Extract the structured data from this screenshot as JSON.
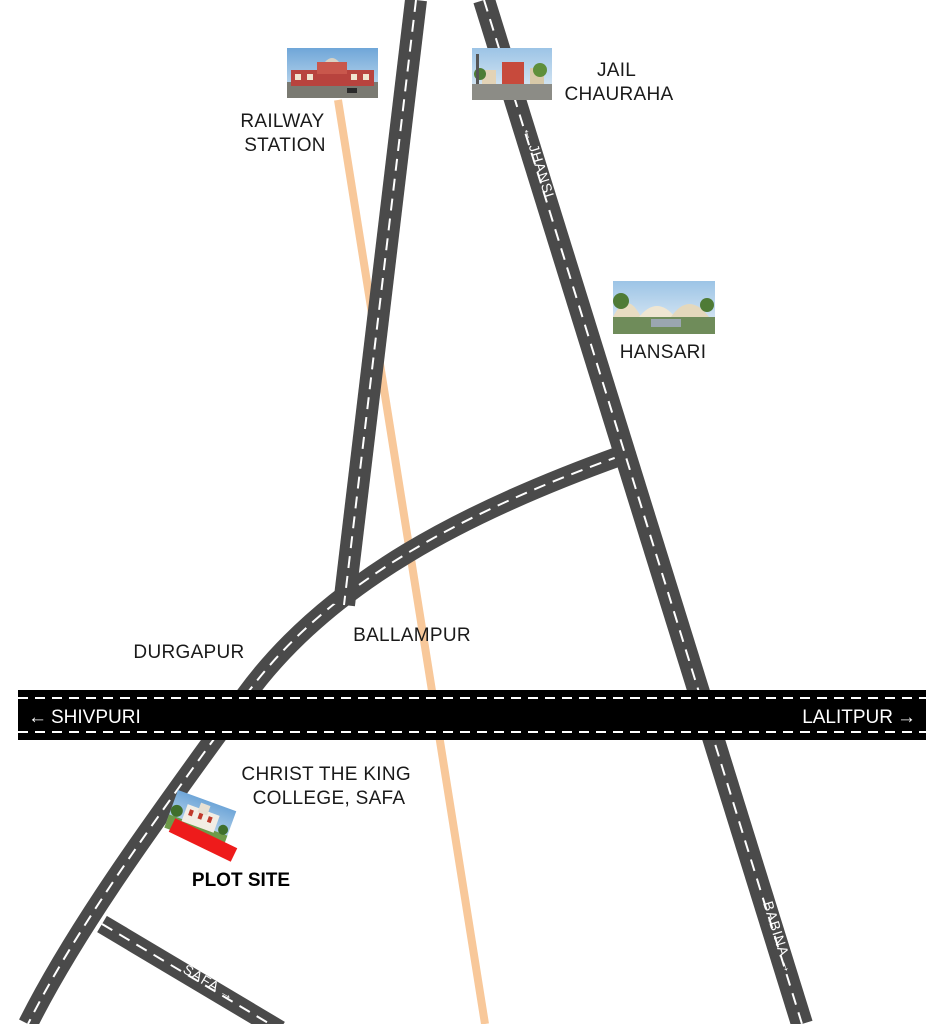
{
  "colors": {
    "road": "#4a4a4a",
    "highway": "#000000",
    "road_marking": "#ffffff",
    "railway": "#f8c89a",
    "plot_marker": "#ee1b1b",
    "background": "#ffffff"
  },
  "highway": {
    "left_label": "SHIVPURI",
    "right_label": "LALITPUR"
  },
  "roads": {
    "jhansi": "JHANSI",
    "babina": "BABINA",
    "safa": "SAFA"
  },
  "places": {
    "railway_station": [
      "RAILWAY",
      "STATION"
    ],
    "jail_chauraha": [
      "JAIL",
      "CHAURAHA"
    ],
    "hansari": "HANSARI",
    "durgapur": "DURGAPUR",
    "ballampur": "BALLAMPUR",
    "christ_college": [
      "CHRIST THE KING",
      "COLLEGE, SAFA"
    ],
    "plot_site": "PLOT SITE"
  },
  "icons": {
    "railway_station": "railway-station-photo-icon",
    "jail_chauraha": "jail-chauraha-photo-icon",
    "hansari": "hansari-photo-icon",
    "college": "college-photo-icon",
    "plot": "plot-site-marker"
  }
}
